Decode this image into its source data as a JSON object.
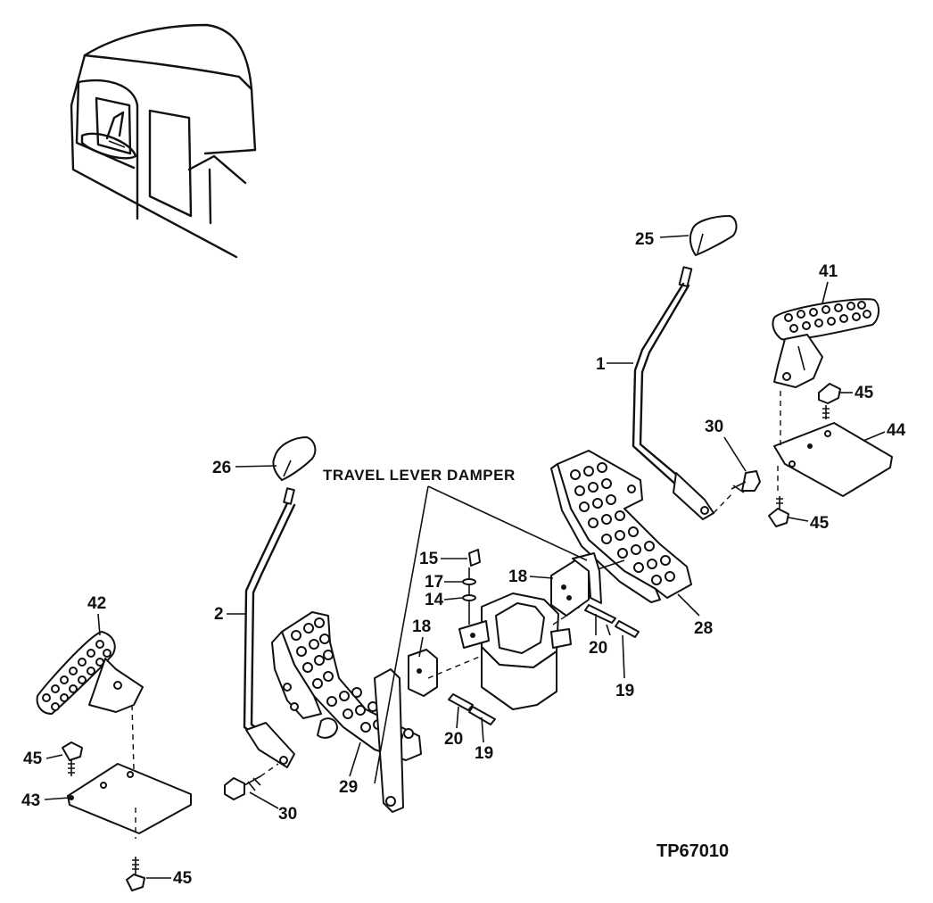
{
  "diagram": {
    "title": "TRAVEL LEVER DAMPER",
    "reference": "TP67010",
    "callouts": [
      {
        "key": "p25",
        "label": "25"
      },
      {
        "key": "p41",
        "label": "41"
      },
      {
        "key": "p1",
        "label": "1"
      },
      {
        "key": "p45a",
        "label": "45"
      },
      {
        "key": "p30a",
        "label": "30"
      },
      {
        "key": "p44",
        "label": "44"
      },
      {
        "key": "p26",
        "label": "26"
      },
      {
        "key": "p45b",
        "label": "45"
      },
      {
        "key": "p15",
        "label": "15"
      },
      {
        "key": "p18a",
        "label": "18"
      },
      {
        "key": "p17",
        "label": "17"
      },
      {
        "key": "p14",
        "label": "14"
      },
      {
        "key": "p2",
        "label": "2"
      },
      {
        "key": "p42",
        "label": "42"
      },
      {
        "key": "p18b",
        "label": "18"
      },
      {
        "key": "p28",
        "label": "28"
      },
      {
        "key": "p20a",
        "label": "20"
      },
      {
        "key": "p19a",
        "label": "19"
      },
      {
        "key": "p20b",
        "label": "20"
      },
      {
        "key": "p19b",
        "label": "19"
      },
      {
        "key": "p45c",
        "label": "45"
      },
      {
        "key": "p43",
        "label": "43"
      },
      {
        "key": "p29",
        "label": "29"
      },
      {
        "key": "p30b",
        "label": "30"
      },
      {
        "key": "p45d",
        "label": "45"
      }
    ]
  }
}
